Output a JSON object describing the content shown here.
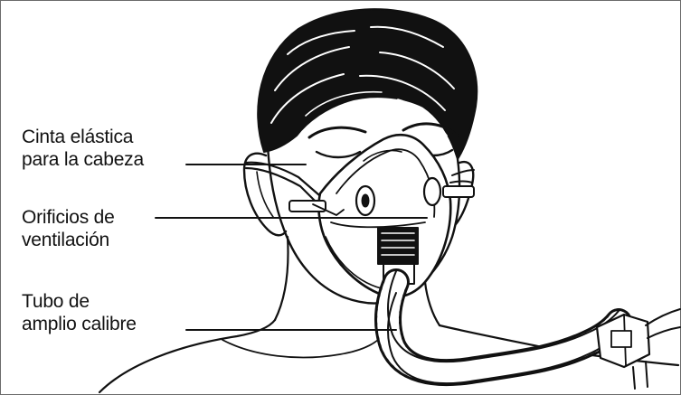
{
  "labels": {
    "strap": {
      "line1": "Cinta elástica",
      "line2": "para la cabeza"
    },
    "vents": {
      "line1": "Orificios de",
      "line2": "ventilación"
    },
    "tube": {
      "line1": "Tubo de",
      "line2": "amplio calibre"
    }
  },
  "colors": {
    "ink": "#111111",
    "background": "#ffffff",
    "frame": "#6b6b6b"
  }
}
